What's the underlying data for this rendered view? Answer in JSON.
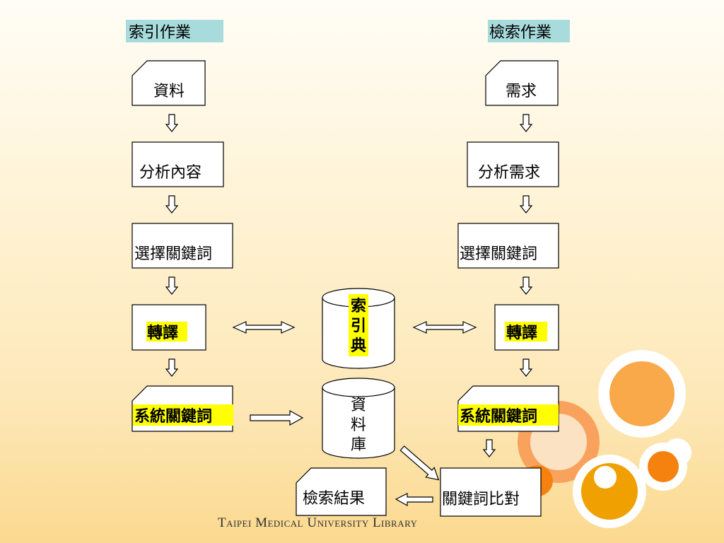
{
  "headers": {
    "indexing": "索引作業",
    "retrieval": "檢索作業"
  },
  "left_column": {
    "data": "資料",
    "analyze_content": "分析內容",
    "select_keywords": "選擇關鍵詞",
    "translate": "轉譯",
    "system_keywords": "系統關鍵詞"
  },
  "right_column": {
    "need": "需求",
    "analyze_need": "分析需求",
    "select_keywords": "選擇關鍵詞",
    "translate": "轉譯",
    "system_keywords": "系統關鍵詞"
  },
  "center": {
    "thesaurus": [
      "索",
      "引",
      "典"
    ],
    "database": [
      "資",
      "料",
      "庫"
    ]
  },
  "bottom": {
    "search_results": "檢索結果",
    "keyword_matching": "關鍵詞比對"
  },
  "footer": "Taipei Medical University Library",
  "colors": {
    "header_highlight": "#a8dcdc",
    "keyword_highlight": "#ffff00",
    "orange_dark": "#f5820f",
    "orange_light": "#f9a25d",
    "circle_fill": "#ffffff"
  }
}
